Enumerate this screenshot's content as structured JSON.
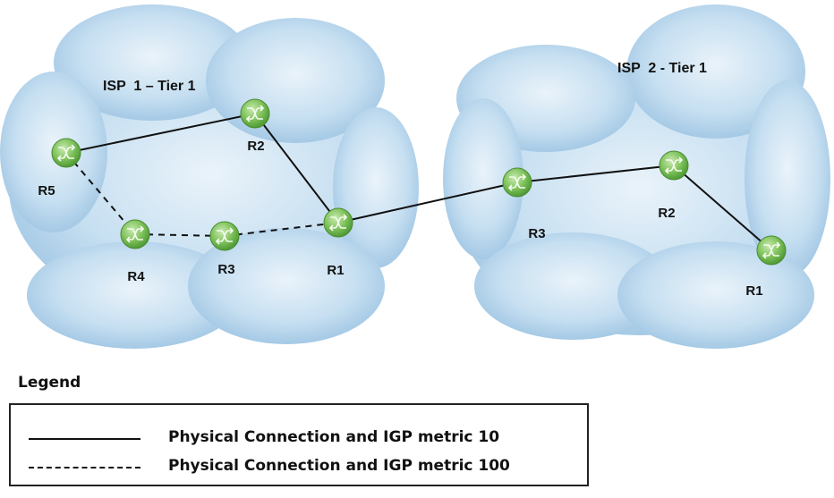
{
  "clouds": [
    {
      "id": "isp1",
      "title": "ISP  1 – Tier 1"
    },
    {
      "id": "isp2",
      "title": "ISP  2 - Tier 1"
    }
  ],
  "routers": [
    {
      "id": "isp1-r1",
      "label": "R1"
    },
    {
      "id": "isp1-r2",
      "label": "R2"
    },
    {
      "id": "isp1-r3",
      "label": "R3"
    },
    {
      "id": "isp1-r4",
      "label": "R4"
    },
    {
      "id": "isp1-r5",
      "label": "R5"
    },
    {
      "id": "isp2-r1",
      "label": "R1"
    },
    {
      "id": "isp2-r2",
      "label": "R2"
    },
    {
      "id": "isp2-r3",
      "label": "R3"
    }
  ],
  "links": [
    {
      "from": "isp1-r5",
      "to": "isp1-r2",
      "style": "solid",
      "igp_metric": 10
    },
    {
      "from": "isp1-r2",
      "to": "isp1-r1",
      "style": "solid",
      "igp_metric": 10
    },
    {
      "from": "isp1-r5",
      "to": "isp1-r4",
      "style": "dashed",
      "igp_metric": 100
    },
    {
      "from": "isp1-r4",
      "to": "isp1-r3",
      "style": "dashed",
      "igp_metric": 100
    },
    {
      "from": "isp1-r3",
      "to": "isp1-r1",
      "style": "dashed",
      "igp_metric": 100
    },
    {
      "from": "isp1-r1",
      "to": "isp2-r3",
      "style": "solid",
      "igp_metric": 10
    },
    {
      "from": "isp2-r3",
      "to": "isp2-r2",
      "style": "solid",
      "igp_metric": 10
    },
    {
      "from": "isp2-r2",
      "to": "isp2-r1",
      "style": "solid",
      "igp_metric": 10
    }
  ],
  "legend": {
    "title": "Legend",
    "items": [
      {
        "style": "solid",
        "text": "Physical Connection and IGP metric 10"
      },
      {
        "style": "dashed",
        "text": "Physical Connection and IGP metric 100"
      }
    ]
  },
  "colors": {
    "cloud": "#b9d6ec",
    "router": "#7cc05a",
    "line": "#111111"
  }
}
